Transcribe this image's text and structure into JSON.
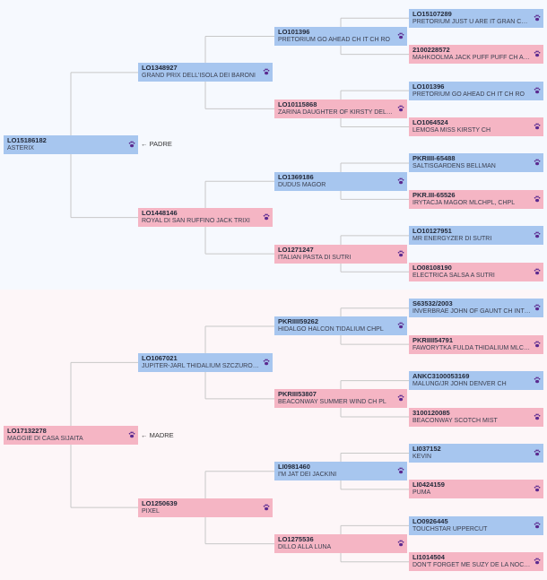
{
  "colors": {
    "male": "#a7c6ef",
    "female": "#f5b5c4",
    "sire_section_bg": "#f6f9fe",
    "dam_section_bg": "#fdf6f8",
    "line": "#c8c8c8",
    "paw": "#5b2a8f"
  },
  "labels": {
    "padre": "← PADRE",
    "madre": "← MADRE"
  },
  "icons": {
    "paw": "paw-icon"
  },
  "pedigree": {
    "sire": {
      "code": "LO15186182",
      "name": "ASTERIX",
      "sex": "m",
      "father": {
        "code": "LO1348927",
        "name": "GRAND PRIX DELL'ISOLA DEI BARONI",
        "sex": "m",
        "father": {
          "code": "LO101396",
          "name": "PRETORIUM GO AHEAD CH IT CH RO",
          "sex": "m",
          "father": {
            "code": "LO15107289",
            "name": "PRETORIUM JUST U ARE IT GRAN CH AUS CH ...",
            "sex": "m"
          },
          "mother": {
            "code": "2100228572",
            "name": "MAHKOOLMA JACK PUFF PUFF CH AUST",
            "sex": "f"
          }
        },
        "mother": {
          "code": "LO10115868",
          "name": "ZARINA DAUGHTER OF KIRSTY DELL'ISOLA DEI ...",
          "sex": "f",
          "father": {
            "code": "LO101396",
            "name": "PRETORIUM GO AHEAD CH IT CH RO",
            "sex": "m"
          },
          "mother": {
            "code": "LO1064524",
            "name": "LEMOSA MISS KIRSTY CH",
            "sex": "f"
          }
        }
      },
      "mother": {
        "code": "LO1448146",
        "name": "ROYAL DI SAN RUFFINO JACK TRIXI",
        "sex": "f",
        "father": {
          "code": "LO1369186",
          "name": "DUDUS MAGOR",
          "sex": "m",
          "father": {
            "code": "PKRIIII-65488",
            "name": "SALTISGARDENS BELLMAN",
            "sex": "m"
          },
          "mother": {
            "code": "PKR.III-65526",
            "name": "IRYTACJA MAGOR MLCHPL, CHPL",
            "sex": "f"
          }
        },
        "mother": {
          "code": "LO1271247",
          "name": "ITALIAN PASTA DI SUTRI",
          "sex": "f",
          "father": {
            "code": "LO10127951",
            "name": "MR ENERGYZER DI SUTRI",
            "sex": "m"
          },
          "mother": {
            "code": "LO08108190",
            "name": "ELECTRICA SALSA A SUTRI",
            "sex": "f"
          }
        }
      }
    },
    "dam": {
      "code": "LO17132278",
      "name": "MAGGIE DI CASA SIJAITA",
      "sex": "f",
      "father": {
        "code": "LO1067021",
        "name": "JUPITER-JARL THIDALIUM SZCZUROLAP",
        "sex": "m",
        "father": {
          "code": "PKRIIII59262",
          "name": "HIDALGO HALCON TIDALIUM CHPL",
          "sex": "m",
          "father": {
            "code": "S63532/2003",
            "name": "INVERBRAE JOHN OF GAUNT CH INT MEX GIB ...",
            "sex": "m"
          },
          "mother": {
            "code": "PKRIIII54791",
            "name": "FAWORYTKA FULDA THIDALIUM MLCH PL LT Z...",
            "sex": "f"
          }
        },
        "mother": {
          "code": "PKRIII53807",
          "name": "BEACONWAY SUMMER WIND CH PL",
          "sex": "f",
          "father": {
            "code": "ANKC3100053169",
            "name": "MALUNG/JR JOHN DENVER CH",
            "sex": "m"
          },
          "mother": {
            "code": "3100120085",
            "name": "BEACONWAY SCOTCH MIST",
            "sex": "f"
          }
        }
      },
      "mother": {
        "code": "LO1250639",
        "name": "PIXEL",
        "sex": "f",
        "father": {
          "code": "LI0981460",
          "name": "I'M JAT DEI JACKINI",
          "sex": "m",
          "father": {
            "code": "LI037152",
            "name": "KEVIN",
            "sex": "m"
          },
          "mother": {
            "code": "LI0424159",
            "name": "PUMA",
            "sex": "f"
          }
        },
        "mother": {
          "code": "LO1275536",
          "name": "DILLO ALLA LUNA",
          "sex": "f",
          "father": {
            "code": "LO0926445",
            "name": "TOUCHSTAR UPPERCUT",
            "sex": "m"
          },
          "mother": {
            "code": "LI1014504",
            "name": "DON'T FORGET ME SUZY DE LA NOCHE TOLED...",
            "sex": "f"
          }
        }
      }
    }
  }
}
